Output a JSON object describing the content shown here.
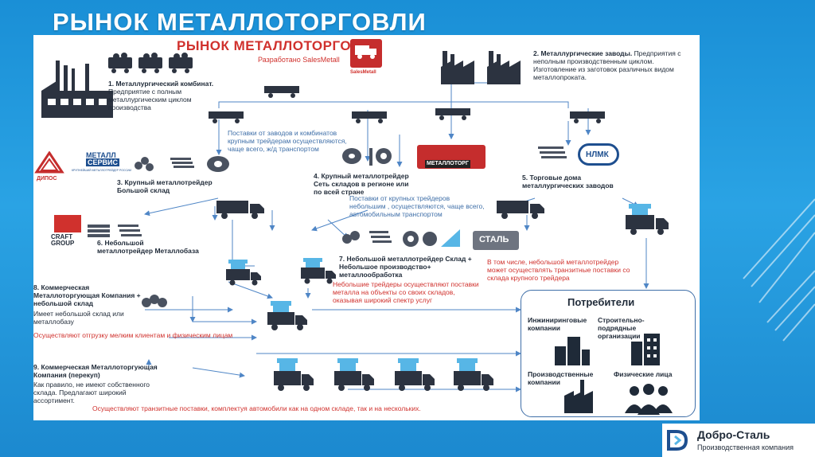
{
  "slide": {
    "title": "РЫНОК МЕТАЛЛОТОРГОВЛИ",
    "accent": "#1c8fd6"
  },
  "diagram": {
    "header_title": "РЫНОК МЕТАЛЛОТОРГОВЛИ",
    "header_subtitle": "Разработано SalesMetall",
    "salesmetall_logo": "SalesMetall",
    "logos": {
      "dipos": "ДИПОС",
      "metallservis_1": "МЕТАЛЛ",
      "metallservis_2": "СЕРВИС",
      "metallservis_sub": "КРУПНЕЙШИЙ МЕТАЛЛОТРЕЙДЕР РОССИИ",
      "craft_1": "CRAFT",
      "craft_2": "GROUP",
      "metallotorg": "МЕТАЛЛОТОРГ",
      "nlmk": "НЛМК",
      "stal": "СТАЛЬ"
    },
    "node1": {
      "title": "1. Металлургический комбинат.",
      "text": " Предприятие с полным металлургическим циклом производства"
    },
    "node2": {
      "title": "2. Металлургические заводы.",
      "text": " Предприятия с неполным производственным циклом. Изготовление из заготовок различных видом металлопроката."
    },
    "note_supply": "Поставки от заводов и комбинатов крупным трейдерам осуществляются, чаще всего, ж/д транспортом",
    "node3": {
      "title": "3. Крупный металлотрейдер Большой склад"
    },
    "node4": {
      "title": "4. Крупный металлотрейдер Сеть складов в регионе или по всей стране"
    },
    "note_node4": "Поставки от крупных трейдеров небольшим , осуществляются, чаще всего, автомобильным транспортом",
    "node5": {
      "title": "5. Торговые дома металлургических заводов"
    },
    "node6": {
      "title": "6. Небольшой металлотрейдер Металлобаза"
    },
    "node7": {
      "title": "7. Небольшой металлотрейдер Склад + Небольшое производство+ металлообработка"
    },
    "note_node7_red": "В том числе, небольшой металлотрейдер может осуществлять транзитные поставки со склада крупного трейдера",
    "note_small": "Небольшие трейдеры осуществляют поставки металла на объекты со своих складов, оказывая широкий спектр услуг",
    "node8": {
      "title": "8. Коммерческая Металлоторгующая Компания + небольшой склад",
      "text": "Имеет небольшой склад или металлобазу"
    },
    "note_node8": "Осуществляют отгрузку мелким клиентам и физическим лицам",
    "node9": {
      "title": "9. Коммерческая Металлоторгующая Компания (перекуп)",
      "text": "Как правило, не имеют собственного склада. Предлагают широкий ассортимент."
    },
    "note_node9": "Осуществляют транзитные поставки, комплектуя автомобили как на одном складе, так и на нескольких.",
    "consumers": {
      "title": "Потребители",
      "engineering": "Инжиниринговые компании",
      "construction": "Строительно- подрядные организации",
      "production": "Производственные компании",
      "individuals": "Физические лица"
    },
    "colors": {
      "red": "#d0312d",
      "blue_note": "#3f6fa8",
      "arrow": "#4f86c6",
      "dark": "#1f2a38"
    }
  },
  "brand": {
    "name": "Добро-Сталь",
    "subtitle": "Производственная компания"
  }
}
